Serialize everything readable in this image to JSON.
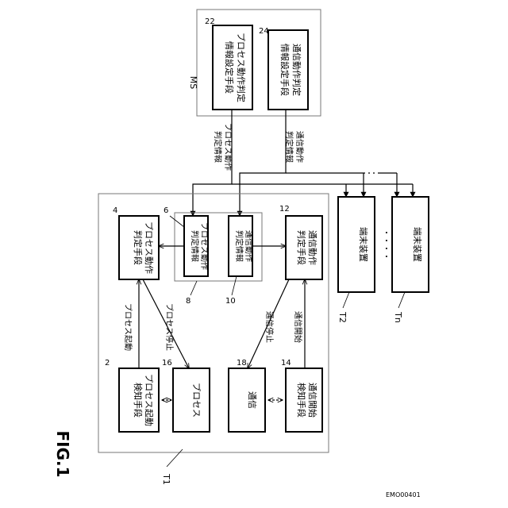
{
  "figure_label": "FIG.1",
  "doc_code": "EMO00401",
  "ms": {
    "label": "MS",
    "boxes": [
      {
        "num": "22",
        "lines": [
          "プロセス動作判定",
          "情報設定手段"
        ]
      },
      {
        "num": "24",
        "lines": [
          "通信動作判定",
          "情報設定手段"
        ]
      }
    ]
  },
  "t1": {
    "label": "T1",
    "blocks": {
      "process_judge": {
        "num": "4",
        "lines": [
          "プロセス動作",
          "判定手段"
        ]
      },
      "process_info": {
        "num": "6",
        "lines": [
          "プロセス動作",
          "判定情報"
        ]
      },
      "comm_info": {
        "num": "10",
        "lines": [
          "通信動作",
          "判定情報"
        ]
      },
      "comm_judge": {
        "num": "12",
        "lines": [
          "通信動作",
          "判定手段"
        ]
      },
      "process_start_detect": {
        "num": "2",
        "lines": [
          "プロセス起動",
          "検知手段"
        ]
      },
      "process": {
        "num": "16",
        "lines": [
          "プロセス"
        ]
      },
      "comm": {
        "num": "18",
        "lines": [
          "通信"
        ]
      },
      "comm_start_detect": {
        "num": "14",
        "lines": [
          "通信開始",
          "検知手段"
        ]
      }
    },
    "storage_num": "8"
  },
  "edge_labels": {
    "process_info": [
      "プロセス動作",
      "判定情報"
    ],
    "comm_info": [
      "通信動作",
      "判定情報"
    ],
    "process_start": "プロセス起動",
    "process_stop": "プロセス停止",
    "comm_stop": "通信停止",
    "comm_start": "通信開始"
  },
  "terminals": [
    {
      "label": "T2",
      "text": "端末装置"
    },
    {
      "label": "Tn",
      "text": "端末装置"
    }
  ],
  "ellipsis": "・・・・"
}
